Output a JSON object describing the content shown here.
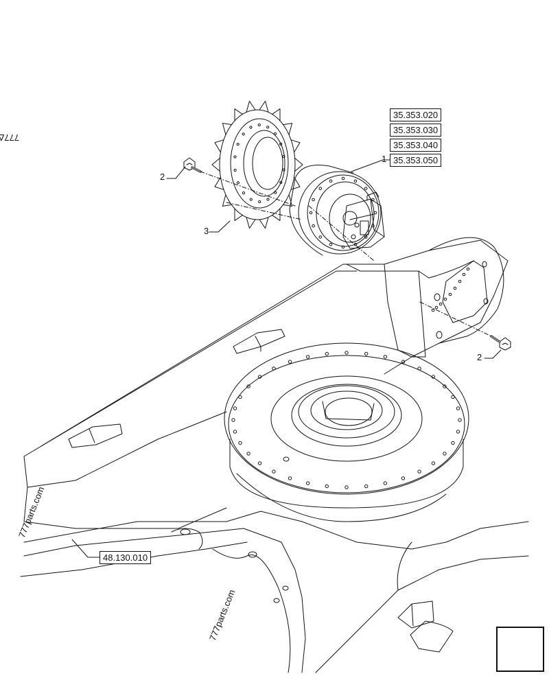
{
  "references": {
    "r1": "35.353.020",
    "r2": "35.353.030",
    "r3": "35.353.040",
    "r4": "35.353.050",
    "frame": "48.130.010"
  },
  "callouts": {
    "motor": "1",
    "bolt_top": "2",
    "bolt_right": "2",
    "sprocket": "3"
  },
  "watermark": {
    "left": "777parts.com",
    "bottom": "777parts.com",
    "edge": "777Δ"
  },
  "icons": {
    "nav": "back-arrow-icon"
  }
}
